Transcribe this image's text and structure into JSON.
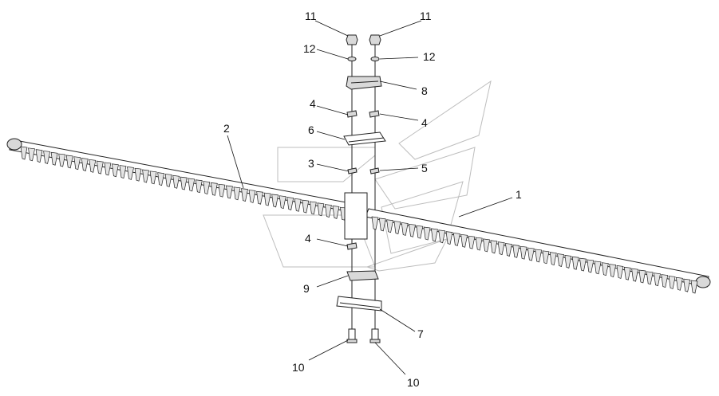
{
  "colors": {
    "line": "#222222",
    "watermark": "#bdbdbd",
    "background": "#ffffff"
  },
  "callouts": {
    "c11_left": "11",
    "c11_right": "11",
    "c12_left": "12",
    "c12_right": "12",
    "c8": "8",
    "c4_top_left": "4",
    "c4_top_right": "4",
    "c6": "6",
    "c3": "3",
    "c5": "5",
    "c2": "2",
    "c1": "1",
    "c4_lower": "4",
    "c9": "9",
    "c7": "7",
    "c10_left": "10",
    "c10_right": "10"
  }
}
